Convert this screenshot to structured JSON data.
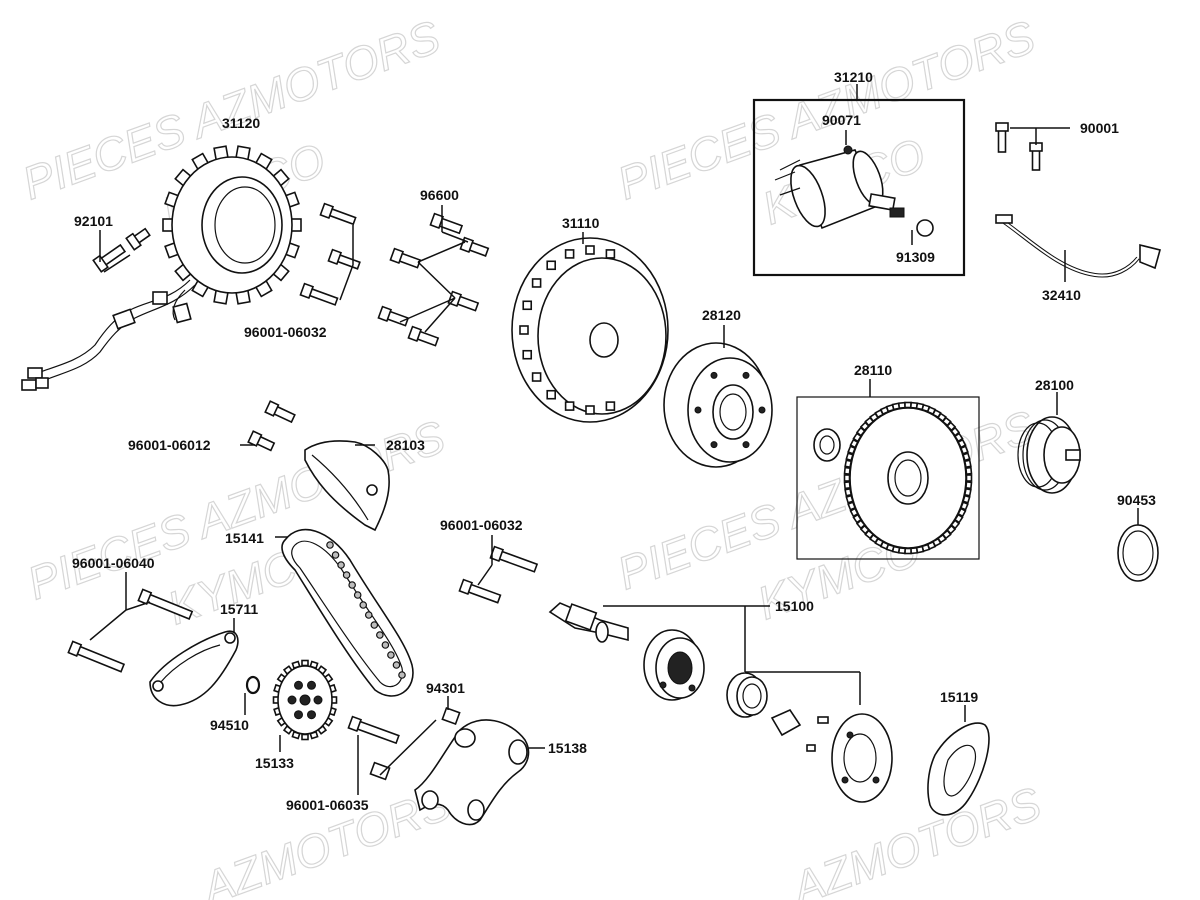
{
  "watermarks": {
    "w1": "PIECES AZMOTORS",
    "w2": "KYMCO",
    "w3": "PIECES AZMOTORS",
    "w4": "KYMCO",
    "w5": "PIECES AZMOTORS",
    "w6": "KYMCO",
    "w7": "PIECES AZMOTORS",
    "w8": "KYMCO",
    "w9": "AZMOTORS",
    "w10": "AZMOTORS"
  },
  "labels": {
    "p31120": "31120",
    "p92101": "92101",
    "p96001_06032_a": "96001-06032",
    "p96600": "96600",
    "p31110": "31110",
    "p31210": "31210",
    "p90071": "90071",
    "p91309": "91309",
    "p90001": "90001",
    "p32410": "32410",
    "p28120": "28120",
    "p28110": "28110",
    "p28100": "28100",
    "p90453": "90453",
    "p96001_06012": "96001-06012",
    "p28103": "28103",
    "p15141": "15141",
    "p96001_06032_b": "96001-06032",
    "p96001_06040": "96001-06040",
    "p15711": "15711",
    "p15100": "15100",
    "p94510": "94510",
    "p15133": "15133",
    "p94301": "94301",
    "p15138": "15138",
    "p15119": "15119",
    "p96001_06035": "96001-06035"
  }
}
